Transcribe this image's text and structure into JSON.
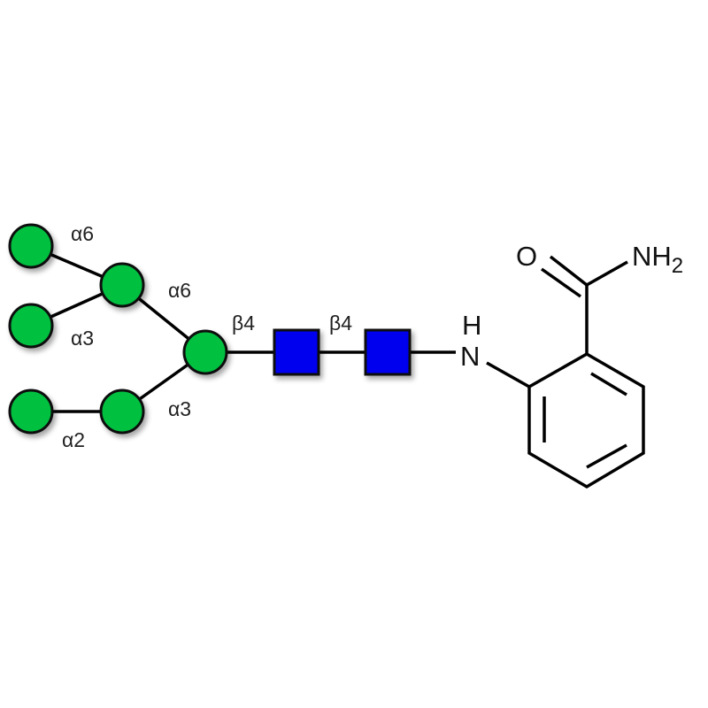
{
  "colors": {
    "mannose": "#00c040",
    "glcnac": "#0000ee"
  },
  "residues": [
    {
      "type": "mannose",
      "icon": "green-circle"
    },
    {
      "type": "glcnac",
      "icon": "blue-square"
    }
  ],
  "linkages": {
    "l1": "α6",
    "l2": "α3",
    "l3": "α2",
    "l4": "α6",
    "l5": "α3",
    "l6": "β4",
    "l7": "β4"
  },
  "atoms": {
    "o": "O",
    "n": "N",
    "h": "H",
    "nh": "NH",
    "sub2": "2"
  }
}
